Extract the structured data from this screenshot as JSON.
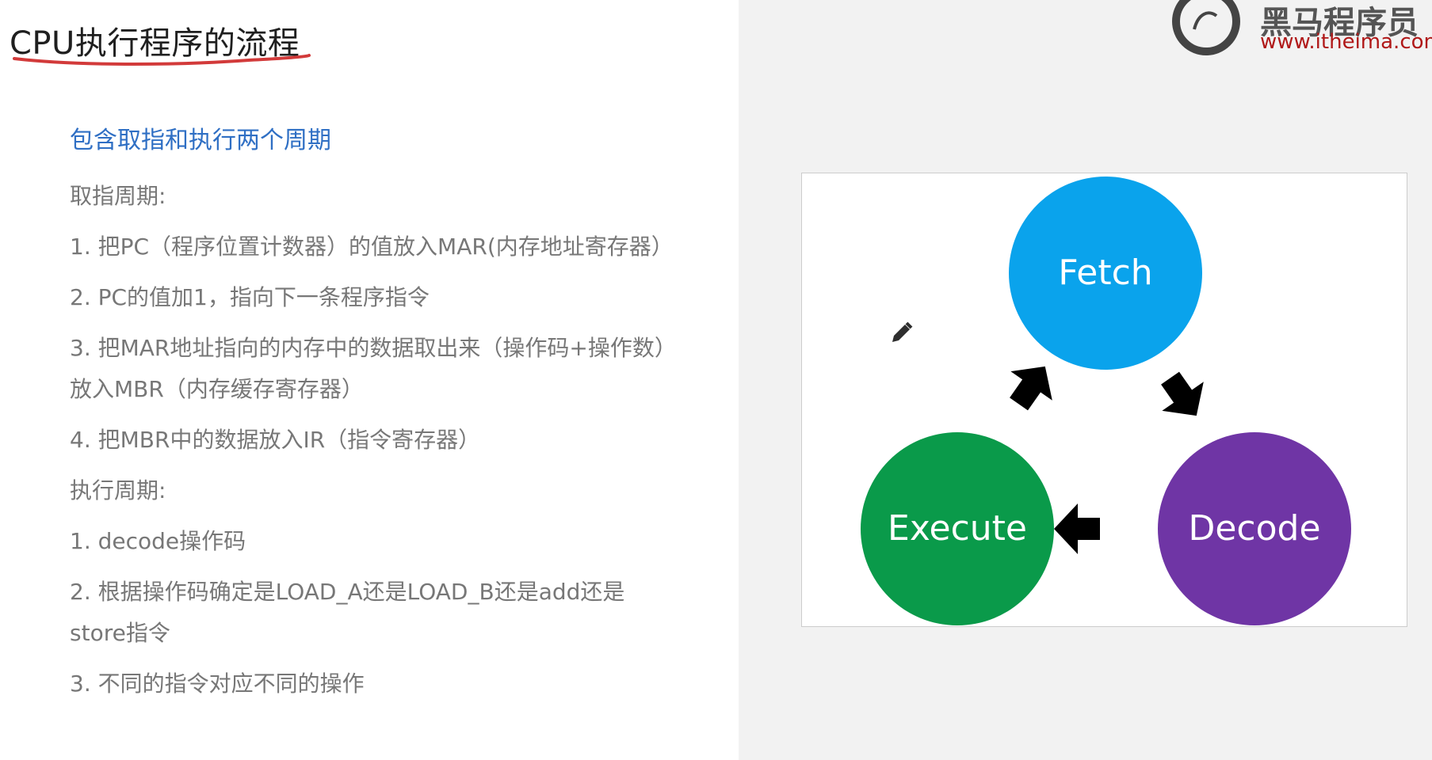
{
  "slide": {
    "title": "CPU执行程序的流程",
    "subtitle": "包含取指和执行两个周期",
    "lines": [
      "取指周期:",
      "1. 把PC（程序位置计数器）的值放入MAR(内存地址寄存器）",
      "2. PC的值加1，指向下一条程序指令",
      "3. 把MAR地址指向的内存中的数据取出来（操作码+操作数）放入MBR（内存缓存寄存器）",
      "4. 把MBR中的数据放入IR（指令寄存器）",
      "执行周期:",
      "1. decode操作码",
      "2. 根据操作码确定是LOAD_A还是LOAD_B还是add还是store指令",
      "3. 不同的指令对应不同的操作"
    ]
  },
  "logo": {
    "name": "黑马程序员",
    "url": "www.itheima.com"
  },
  "diagram": {
    "nodes": [
      {
        "label": "Fetch",
        "color": "#0aa3ec"
      },
      {
        "label": "Decode",
        "color": "#6f35a5"
      },
      {
        "label": "Execute",
        "color": "#0a9a4a"
      }
    ]
  },
  "colors": {
    "title_underline": "#d23a3a",
    "subtitle": "#2f6fc4",
    "body_text": "#777777",
    "right_background": "#f2f2f2"
  }
}
